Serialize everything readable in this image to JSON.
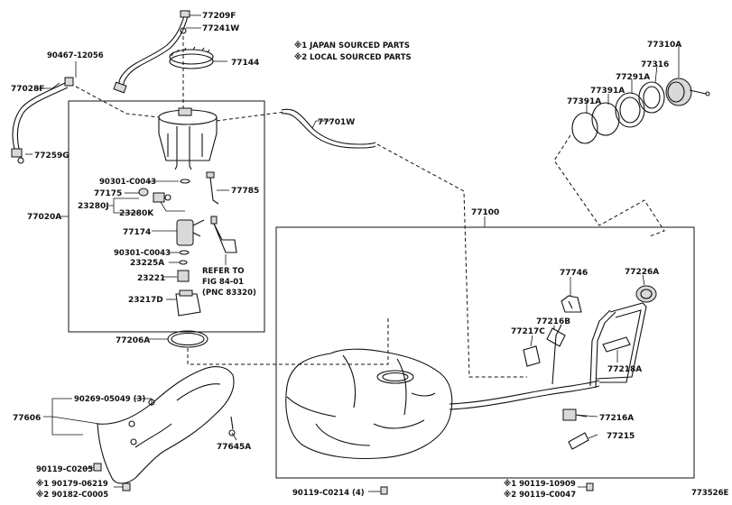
{
  "notes": {
    "japan": "※1 JAPAN SOURCED PARTS",
    "local": "※2 LOCAL SOURCED PARTS"
  },
  "refer": [
    "REFER TO",
    "FIG 84-01",
    "(PNC 83320)"
  ],
  "figure_id": "773526E",
  "labels": {
    "p77209F": "77209F",
    "p77241W": "77241W",
    "p77144": "77144",
    "p9046712056": "90467-12056",
    "p77028F": "77028F",
    "p77259G": "77259G",
    "p77701W": "77701W",
    "p77310A": "77310A",
    "p77316": "77316",
    "p77291A": "77291A",
    "p77391A_a": "77391A",
    "p77391A_b": "77391A",
    "p90301a": "90301-C0043",
    "p77175": "77175",
    "p23280J": "23280J",
    "p23280K": "23280K",
    "p77785": "77785",
    "p77020A": "77020A",
    "p77174": "77174",
    "p90301b": "90301-C0043",
    "p23225A": "23225A",
    "p23221": "23221",
    "p23217D": "23217D",
    "p77100": "77100",
    "p77746": "77746",
    "p77226A": "77226A",
    "p77216B": "77216B",
    "p77217C": "77217C",
    "p77218A": "77218A",
    "p77206A": "77206A",
    "p9026905049": "90269-05049 (3)",
    "p77606": "77606",
    "p77645A": "77645A",
    "p77216A": "77216A",
    "p77215": "77215",
    "p90119C0205": "90119-C0205",
    "p9017906219": "※1 90179-06219",
    "p90182C0005": "※2 90182-C0005",
    "p90119C0214": "90119-C0214 (4)",
    "p9011910909": "※1 90119-10909",
    "p90119C0047": "※2 90119-C0047"
  }
}
